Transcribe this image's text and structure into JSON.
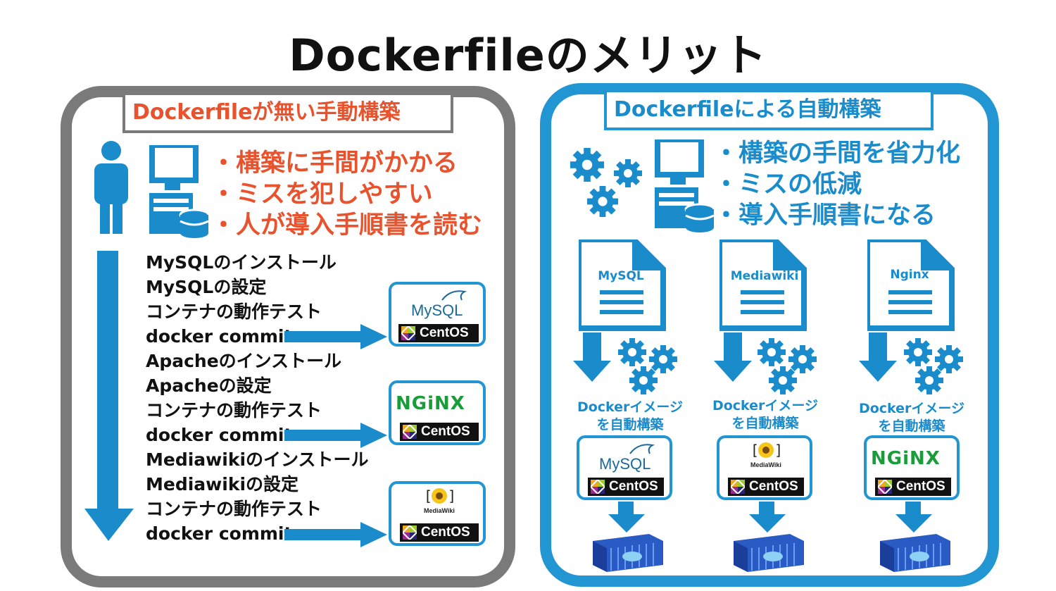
{
  "title": "Dockerfileのメリット",
  "left_panel": {
    "heading": "Dockerfileが無い手動構築",
    "bullets": [
      "・構築に手間がかかる",
      "・ミスを犯しやすい",
      "・人が導入手順書を読む"
    ],
    "steps": [
      "MySQLのインストール",
      "MySQLの設定",
      "コンテナの動作テスト",
      "docker commit",
      "Apacheのインストール",
      "Apacheの設定",
      "コンテナの動作テスト",
      "docker commit",
      "Mediawikiのインストール",
      "Mediawikiの設定",
      "コンテナの動作テスト",
      "docker commit"
    ],
    "results": [
      {
        "top_logo": "MySQL",
        "os": "CentOS"
      },
      {
        "top_logo": "NGiNX",
        "os": "CentOS"
      },
      {
        "top_logo": "MediaWiki",
        "os": "CentOS"
      }
    ]
  },
  "right_panel": {
    "heading": "Dockerfileによる自動構築",
    "bullets": [
      "・構築の手間を省力化",
      "・ミスの低減",
      "・導入手順書になる"
    ],
    "columns": [
      {
        "doc_label": "MySQL",
        "caption_1": "Dockerイメージ",
        "caption_2": "を自動構築",
        "top_logo": "MySQL",
        "os": "CentOS"
      },
      {
        "doc_label": "Mediawiki",
        "caption_1": "Dockerイメージ",
        "caption_2": "を自動構築",
        "top_logo": "MediaWiki",
        "os": "CentOS"
      },
      {
        "doc_label": "Nginx",
        "caption_1": "Dockerイメージ",
        "caption_2": "を自動構築",
        "top_logo": "NGiNX",
        "os": "CentOS"
      }
    ]
  },
  "colors": {
    "accent_blue": "#2196d3",
    "accent_red": "#e8532e",
    "frame_gray": "#7a7a7a",
    "nginx_green": "#1a9c3a"
  }
}
